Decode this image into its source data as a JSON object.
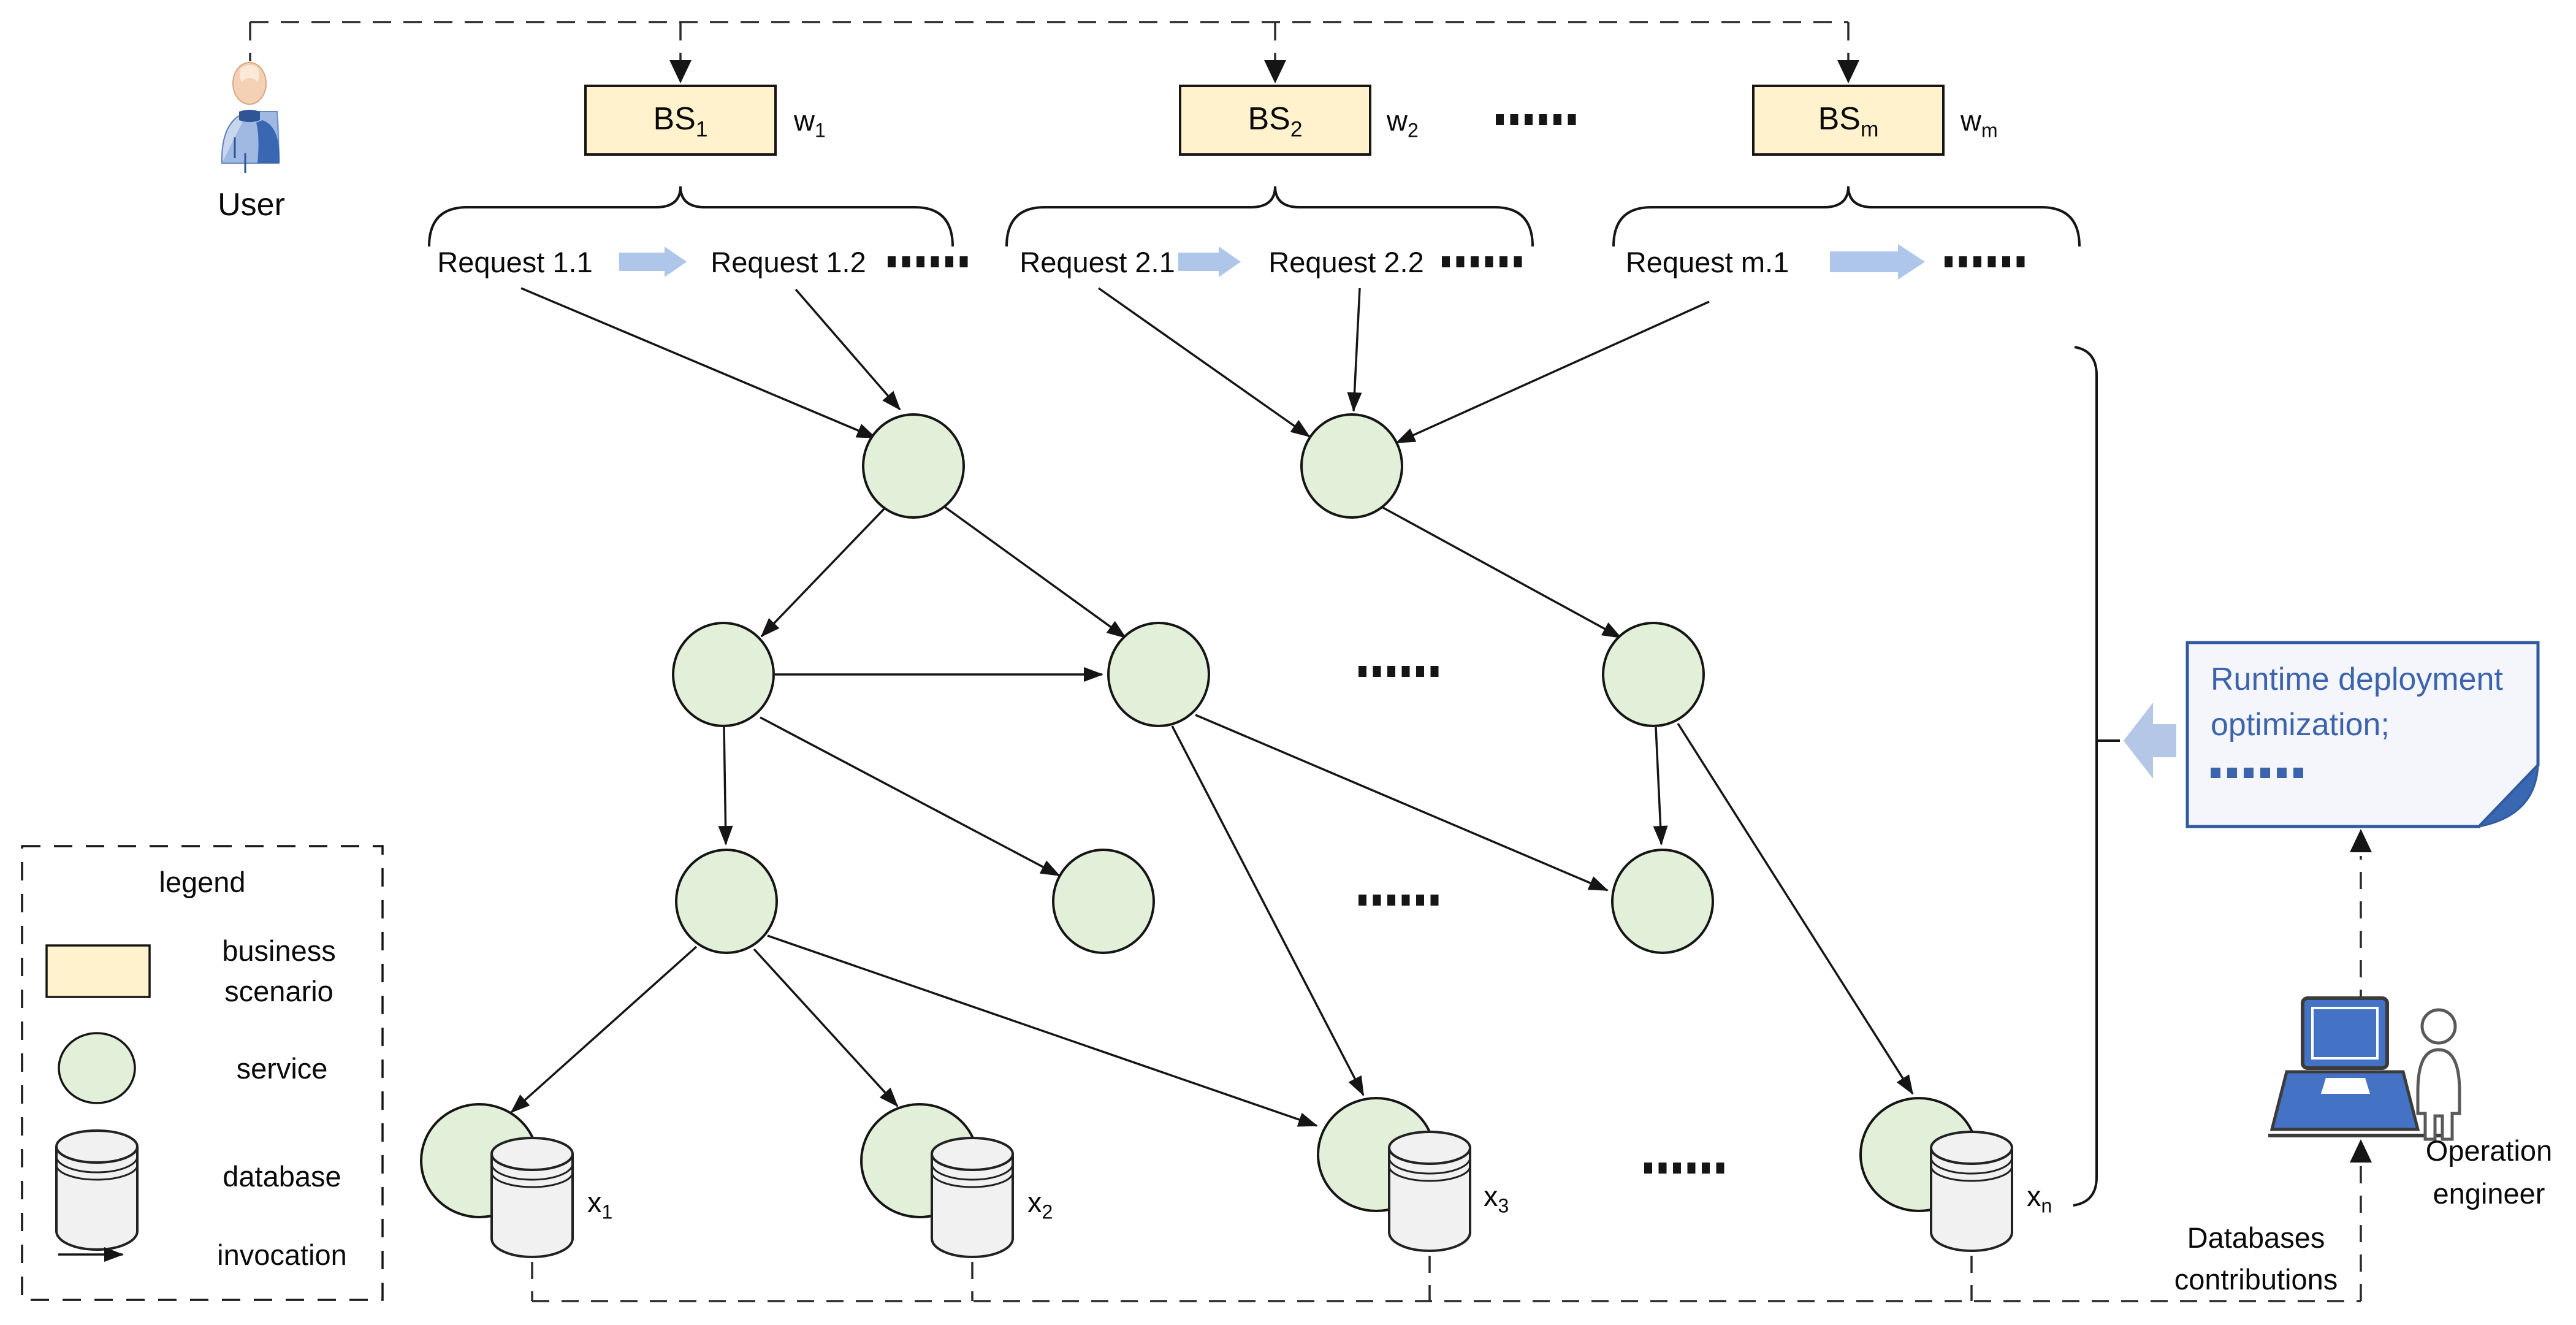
{
  "palette": {
    "scenario_fill": "#FFF2CC",
    "service_fill": "#E2EFD9",
    "database_fill": "#F1F1F1",
    "note_text_blue": "#3C64AD",
    "note_border_blue": "#2F5B9E",
    "block_arrow_blue": "#AEC6E9",
    "laptop_blue": "#4472C4",
    "line_black": "#151515"
  },
  "user": {
    "label": "User"
  },
  "scenarios": [
    {
      "name": "BS",
      "sub": "1",
      "weight": "w",
      "weight_sub": "1"
    },
    {
      "name": "BS",
      "sub": "2",
      "weight": "w",
      "weight_sub": "2"
    },
    {
      "name": "BS",
      "sub": "m",
      "weight": "w",
      "weight_sub": "m"
    }
  ],
  "ellipsis": "......",
  "requests": [
    {
      "first": "Request 1.1",
      "second": "Request 1.2"
    },
    {
      "first": "Request 2.1",
      "second": "Request 2.2"
    },
    {
      "first": "Request m.1",
      "second": ""
    }
  ],
  "databases": [
    {
      "name": "x",
      "sub": "1"
    },
    {
      "name": "x",
      "sub": "2"
    },
    {
      "name": "x",
      "sub": "3"
    },
    {
      "name": "x",
      "sub": "n"
    }
  ],
  "note": {
    "line1": "Runtime deployment",
    "line2": "optimization;",
    "ellipsis": "......"
  },
  "engineer": {
    "line1": "Operation",
    "line2": "engineer"
  },
  "contributions": {
    "line1": "Databases",
    "line2": "contributions"
  },
  "legend": {
    "title": "legend",
    "items": [
      {
        "label": "business scenario"
      },
      {
        "label": "service"
      },
      {
        "label": "database"
      },
      {
        "label": "invocation"
      }
    ]
  }
}
